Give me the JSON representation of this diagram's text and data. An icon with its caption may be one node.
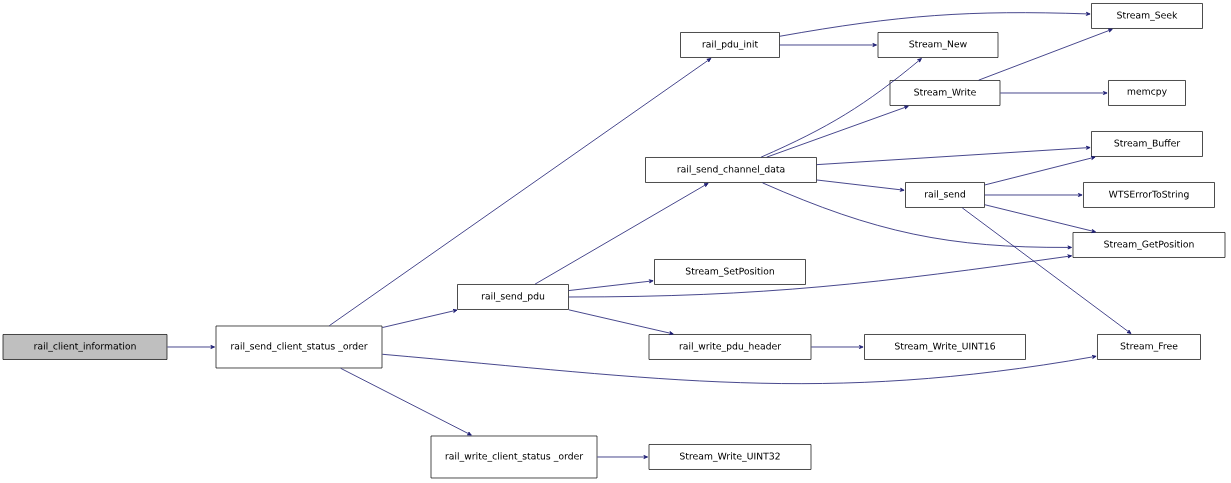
{
  "diagram": {
    "nodes": [
      {
        "text": [
          "rail_client_information"
        ]
      },
      {
        "text": [
          "rail_send_client_status _order"
        ]
      },
      {
        "text": [
          "rail_pdu_init"
        ]
      },
      {
        "text": [
          "rail_send_pdu"
        ]
      },
      {
        "text": [
          "rail_write_client_status _order"
        ]
      },
      {
        "text": [
          "Stream_Seek"
        ]
      },
      {
        "text": [
          "Stream_New"
        ]
      },
      {
        "text": [
          "Stream_Write"
        ]
      },
      {
        "text": [
          "rail_send_channel_data"
        ]
      },
      {
        "text": [
          "Stream_SetPosition"
        ]
      },
      {
        "text": [
          "rail_write_pdu_header"
        ]
      },
      {
        "text": [
          "memcpy"
        ]
      },
      {
        "text": [
          "Stream_Buffer"
        ]
      },
      {
        "text": [
          "rail_send"
        ]
      },
      {
        "text": [
          "WTSErrorToString"
        ]
      },
      {
        "text": [
          "Stream_GetPosition"
        ]
      },
      {
        "text": [
          "Stream_Write_UINT16"
        ]
      },
      {
        "text": [
          "Stream_Free"
        ]
      },
      {
        "text": [
          "Stream_Write_UINT32"
        ]
      }
    ],
    "edges": [
      {
        "from": 0,
        "to": 1,
        "arrow": "to"
      },
      {
        "from": 1,
        "to": 2,
        "arrow": "to"
      },
      {
        "from": 1,
        "to": 3,
        "arrow": "to"
      },
      {
        "from": 1,
        "to": 17,
        "arrow": "to"
      },
      {
        "from": 1,
        "to": 4,
        "arrow": "to"
      },
      {
        "from": 2,
        "to": 5,
        "arrow": "to"
      },
      {
        "from": 2,
        "to": 6,
        "arrow": "to"
      },
      {
        "from": 3,
        "to": 8,
        "arrow": "to"
      },
      {
        "from": 3,
        "to": 9,
        "arrow": "to"
      },
      {
        "from": 3,
        "to": 15,
        "arrow": "to"
      },
      {
        "from": 3,
        "to": 10,
        "arrow": "to"
      },
      {
        "from": 4,
        "to": 18,
        "arrow": "to"
      },
      {
        "from": 8,
        "to": 6,
        "arrow": "to"
      },
      {
        "from": 8,
        "to": 7,
        "arrow": "to"
      },
      {
        "from": 8,
        "to": 12,
        "arrow": "to"
      },
      {
        "from": 8,
        "to": 13,
        "arrow": "to"
      },
      {
        "from": 8,
        "to": 15,
        "arrow": "to"
      },
      {
        "from": 7,
        "to": 5,
        "arrow": "to"
      },
      {
        "from": 7,
        "to": 11,
        "arrow": "to"
      },
      {
        "from": 13,
        "to": 12,
        "arrow": "to"
      },
      {
        "from": 13,
        "to": 14,
        "arrow": "to"
      },
      {
        "from": 13,
        "to": 15,
        "arrow": "to"
      },
      {
        "from": 13,
        "to": 17,
        "arrow": "to"
      },
      {
        "from": 10,
        "to": 16,
        "arrow": "to"
      }
    ]
  }
}
